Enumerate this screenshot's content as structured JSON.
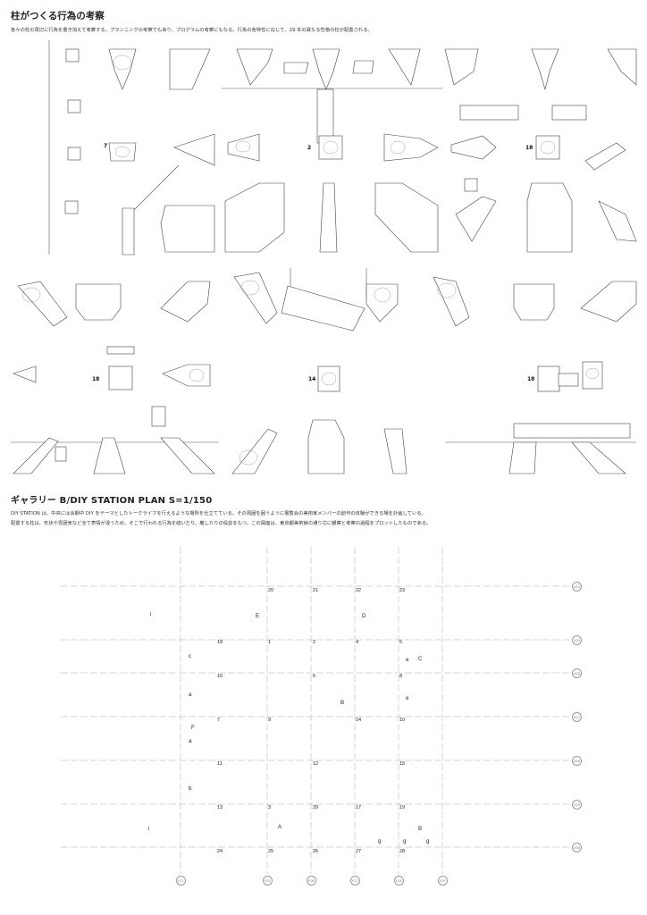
{
  "section1": {
    "title": "柱がつくる行為の考察",
    "description": "各々の柱の周辺に行為を書き加えて考察する。プランニングの考察でもあり、プログラムの考察にもなる。行為の各特性に応じて、29 本の異なる性格の柱が配置される。",
    "panels": [
      {
        "column_number": "7"
      },
      {
        "column_number": "2"
      },
      {
        "column_number": "18"
      },
      {
        "column_number": "18"
      },
      {
        "column_number": "14"
      },
      {
        "column_number": "18"
      }
    ]
  },
  "section2": {
    "title": "ギャラリー B/DIY STATION  PLAN S=1/150",
    "description_line1": "DIY STATION は、中央には会期中 DIY をテーマとしたトークライブを行えるような場所を仕立てている。その周囲を囲うように展覧会の美術家メンバーの創作の体験ができる場を計画している。",
    "description_line2": "配置する柱は、形状や雰囲気など全て表情が違うため、そこで行われる行為を縫いだり、離したりの役割をもつ。この図面は、東京都美術館の通り芯に観察と考察の過程をプロットしたものである。"
  },
  "plan": {
    "column_numbers": [
      "20",
      "21",
      "22",
      "23",
      "18",
      "1",
      "2",
      "4",
      "5",
      "16",
      "6",
      "8",
      "7",
      "9",
      "14",
      "10",
      "11",
      "12",
      "15",
      "13",
      "3",
      "29",
      "17",
      "19",
      "24",
      "25",
      "26",
      "27",
      "28"
    ],
    "zone_labels": [
      "i",
      "E",
      "D",
      "c",
      "e",
      "C",
      "a",
      "B",
      "e",
      "F",
      "a",
      "b",
      "i",
      "A",
      "B",
      "g",
      "g",
      "g"
    ],
    "grid_x_labels": [
      "Y12",
      "Y15",
      "Y16",
      "Y17",
      "Y18",
      "Y19"
    ],
    "grid_y_labels": [
      "X24",
      "X25",
      "X26",
      "X27",
      "X28",
      "X29",
      "X30"
    ]
  }
}
